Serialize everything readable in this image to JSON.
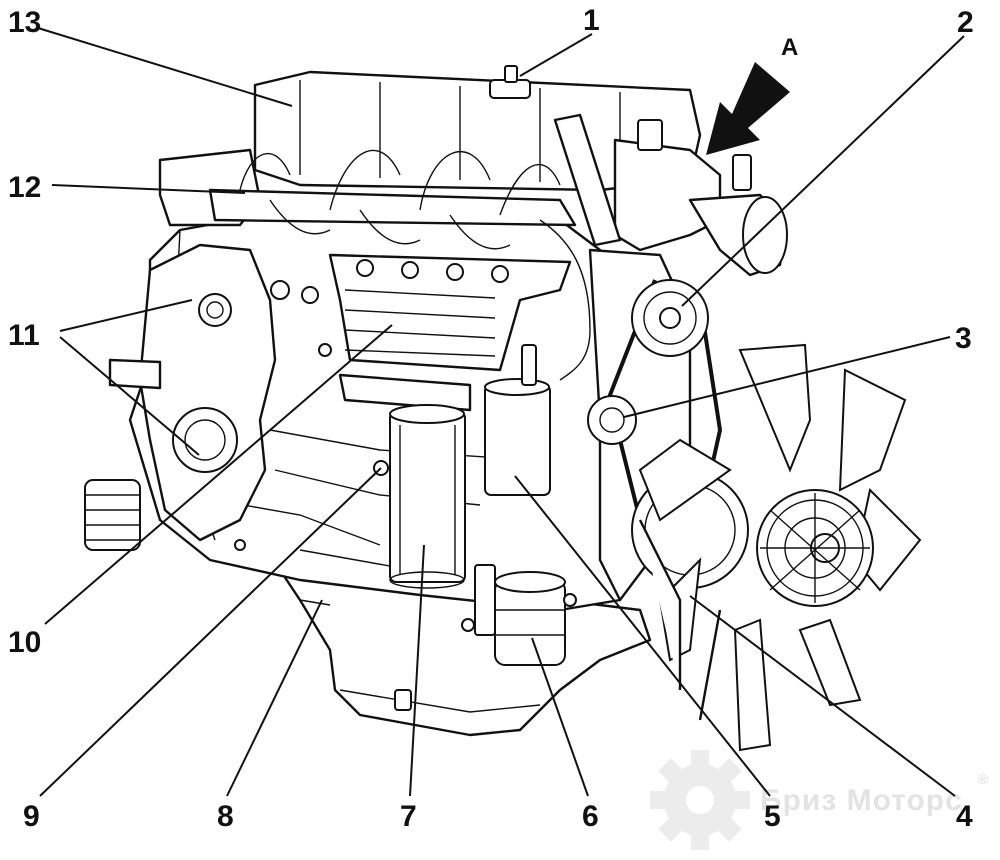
{
  "figure": {
    "arrow_label": "A",
    "callouts": [
      {
        "label": "1"
      },
      {
        "label": "2"
      },
      {
        "label": "3"
      },
      {
        "label": "4"
      },
      {
        "label": "5"
      },
      {
        "label": "6"
      },
      {
        "label": "7"
      },
      {
        "label": "8"
      },
      {
        "label": "9"
      },
      {
        "label": "10"
      },
      {
        "label": "11"
      },
      {
        "label": "12"
      },
      {
        "label": "13"
      }
    ]
  },
  "watermark": {
    "text": "Бриз Моторс",
    "mark": "®",
    "icon": "gear-icon"
  }
}
